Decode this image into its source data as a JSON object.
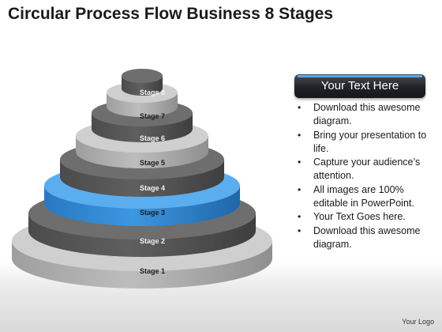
{
  "title": "Circular Process Flow Business 8 Stages",
  "stages": [
    "Stage 1",
    "Stage 2",
    "Stage 3",
    "Stage 4",
    "Stage 5",
    "Stage 6",
    "Stage 7",
    "Stage 8"
  ],
  "highlighted_stage": "Stage 3",
  "colors": {
    "highlight": "#3d97e0",
    "dark_tier": "#5f5f5f",
    "light_tier": "#bdbdbd",
    "header_pill": "#202228"
  },
  "text_box": {
    "header": "Your Text Here",
    "bullets": [
      "Download this awesome diagram.",
      "Bring your presentation to life.",
      "Capture your audience’s attention.",
      "All images are 100% editable in PowerPoint.",
      "Your Text Goes here.",
      "Download this awesome diagram."
    ]
  },
  "logo": "Your Logo"
}
